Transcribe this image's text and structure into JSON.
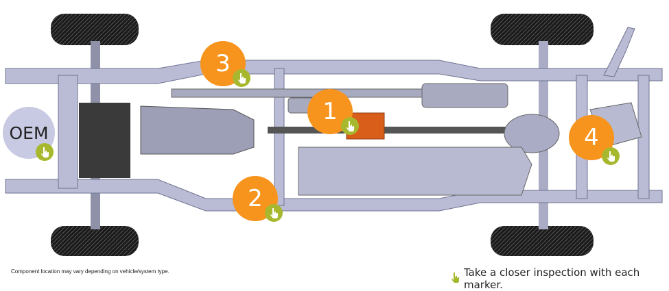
{
  "markers": [
    {
      "label": "1",
      "icon": "hand-pointer-icon"
    },
    {
      "label": "2",
      "icon": "hand-pointer-icon"
    },
    {
      "label": "3",
      "icon": "hand-pointer-icon"
    },
    {
      "label": "4",
      "icon": "hand-pointer-icon"
    }
  ],
  "oem": {
    "label": "OEM",
    "icon": "hand-pointer-icon"
  },
  "footer": {
    "note": "Component location may vary depending on vehicle/system type.",
    "hint": "Take a closer inspection with each marker."
  },
  "colors": {
    "marker": "#F7941D",
    "badge": "#A8B82E",
    "oem": "#C7CAE2",
    "frame": "#B9BCD4"
  }
}
